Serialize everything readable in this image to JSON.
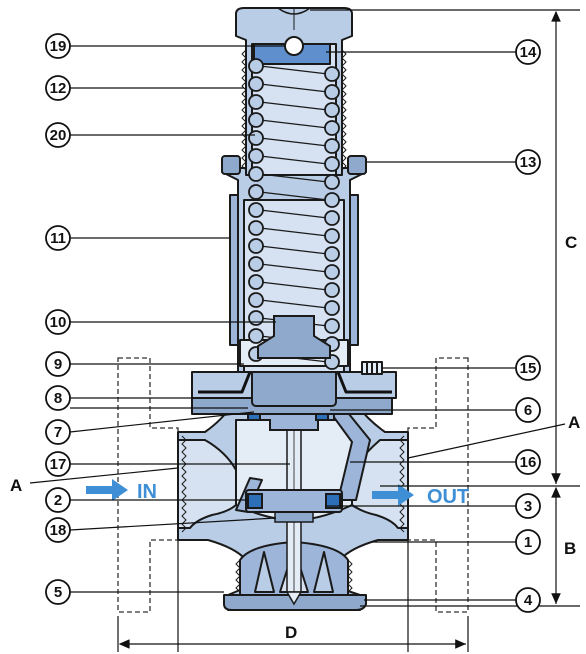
{
  "colors": {
    "body_fill": "#b9cde6",
    "body_dark": "#8fa9cc",
    "seal_fill": "#2d6fb8",
    "flow_arrow": "#3f8fd6",
    "outline": "#1a1a1a"
  },
  "callouts": {
    "c1": "1",
    "c2": "2",
    "c3": "3",
    "c4": "4",
    "c5": "5",
    "c6": "6",
    "c7": "7",
    "c8": "8",
    "c9": "9",
    "c10": "10",
    "c11": "11",
    "c12": "12",
    "c13": "13",
    "c14": "14",
    "c15": "15",
    "c16": "16",
    "c17": "17",
    "c18": "18",
    "c19": "19",
    "c20": "20"
  },
  "dimensions": {
    "A_left": "A",
    "A_right": "A",
    "B": "B",
    "C": "C",
    "D": "D"
  },
  "flow": {
    "inlet": "IN",
    "outlet": "OUT"
  }
}
